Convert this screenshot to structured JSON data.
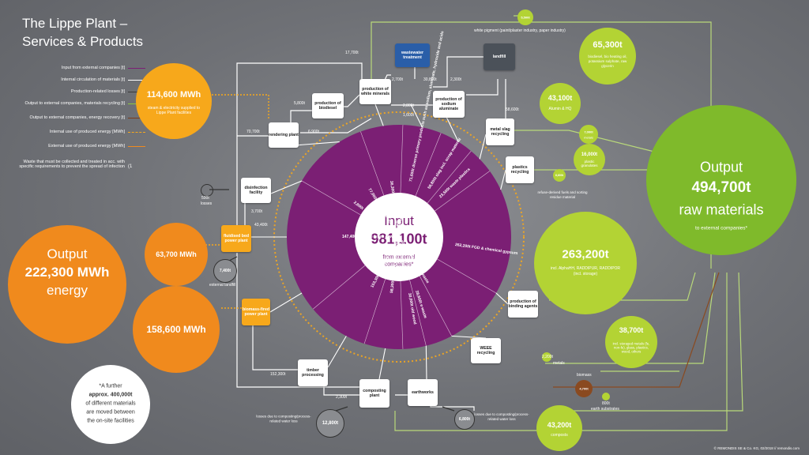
{
  "title": {
    "line1": "The Lippe Plant –",
    "line2": "Services & Products"
  },
  "legend": [
    {
      "text": "Input from external companies [t]",
      "color": "#7b1f74"
    },
    {
      "text": "Internal circulation of materials [t]",
      "color": "#ffffff"
    },
    {
      "text": "Production-related losses [t]",
      "color": "#3a3a3a"
    },
    {
      "text": "Output to external companies, materials recycling [t]",
      "color": "#8dc63f"
    },
    {
      "text": "Output to external companies, energy recovery [t]",
      "color": "#7a3b1a"
    },
    {
      "text": "Internal use of produced energy [MWh]",
      "color": "#f7a81b"
    },
    {
      "text": "External use of produced energy [MWh]",
      "color": "#f08a1d"
    },
    {
      "text": "Waste that must be collected and treated in acc. with specific requirements to prevent the spread of infection",
      "color": "#ffffff",
      "marker": "(1"
    }
  ],
  "center": {
    "label": "Input",
    "value": "981,100t",
    "sub1": "from external",
    "sub2": "companies*"
  },
  "facilities": {
    "wastewater": "wastewater treatment",
    "landfill": "landfill",
    "biodiesel": "production of biodiesel",
    "white_minerals": "production of white minerals",
    "sodium_aluminate": "production of sodium aluminate",
    "rendering": "rendering plant",
    "metal_slag": "metal slag recycling",
    "disinfection": "disinfection facility",
    "plastics": "plastics recycling",
    "fluidised": "fluidised bed power plant",
    "binding": "production of binding agents",
    "biomass_power": "biomass-fired power plant",
    "weee": "WEEE recycling",
    "timber": "timber processing",
    "composting": "composting plant",
    "earthworks": "earthworks"
  },
  "flows": {
    "f17700": "17,700t",
    "f2700": "2,700t",
    "f30800": "30,800t",
    "f2300": "2,300t",
    "f5800": "5,800t",
    "f2800": "2,800t",
    "f1600": "1,600t",
    "f58600": "58,600t",
    "f70700": "70,700t",
    "f6900": "6,900t",
    "f3700": "3,700t",
    "f43400": "43,400t",
    "f152300": "152,300t",
    "f2300b": "2,300t"
  },
  "sectors": [
    {
      "value": "36,300t",
      "text": "bio-oils, fats, animal fats, raw materials",
      "ang": -98
    },
    {
      "value": "77,000t",
      "text": "animal carcasses, raw materials and process waste",
      "ang": -122
    },
    {
      "value": "2,800t",
      "text": "",
      "ang": -142
    },
    {
      "value": "147,400t",
      "text": "diverse types of waste",
      "ang": -180
    },
    {
      "value": "153,300t",
      "text": "old wood, screening residue",
      "ang": 118
    },
    {
      "value": "58,300t",
      "text": "organic waste, plant & tree cuttings, other",
      "ang": 97
    },
    {
      "value": "30,000t",
      "text": "old wood",
      "ang": 80
    },
    {
      "value": "38,600t",
      "text": "e-waste",
      "ang": 72
    },
    {
      "value": "262,200t",
      "text": "FGD & chemical gypsum",
      "ang": 8
    },
    {
      "value": "71,600t",
      "text": "diverse primary products such as sodium, aluminate, hydroxide and acids",
      "ang": -78
    },
    {
      "value": "58,800t",
      "text": "slag incl. scrap material",
      "ang": -58
    },
    {
      "value": "23,500t",
      "text": "waste plastics",
      "ang": -44
    }
  ],
  "outputs": {
    "white_pigment": {
      "value": "5,500t",
      "text": "white pigment (paint/plaster industry, paper industry)"
    },
    "biodiesel": {
      "value": "65,300t",
      "text": "biodiesel, bio heating oil, potassium sulphate, raw glycerin"
    },
    "alumin": {
      "value": "43,100t",
      "text": "Alumin & HQ"
    },
    "metals": {
      "value": "7,000t",
      "text": "metals"
    },
    "plastic": {
      "value": "16,000t",
      "text": "plastic granulates"
    },
    "rdf": {
      "value": "6,600t",
      "text": "refuse-derived fuels and sorting residue material"
    },
    "raw_total": {
      "label1": "Output",
      "value": "494,700t",
      "label2": "raw materials",
      "sub": "to external companies*"
    },
    "alpha": {
      "value": "263,200t",
      "text": "incl. AlphaHH, RADDIPUR, RADDIPOR (incl. storage)"
    },
    "storage_metals": {
      "value": "38,700t",
      "text": "incl. storaged metals (fe, non-fe), glass, plastics, wood, others"
    },
    "weee_metals": {
      "value": "2,200t",
      "text": "metals"
    },
    "biomass": {
      "value": "4,700t",
      "text": "biomass"
    },
    "earth": {
      "value": "800t",
      "text": "earth substrates"
    },
    "compost": {
      "value": "43,200t",
      "text": "composts"
    },
    "energy_total": {
      "label1": "Output",
      "value": "222,300 MWh",
      "label2": "energy"
    },
    "steam": {
      "value": "114,600 MWh",
      "text": "steam & electricity supplied to Lippe Plant facilities"
    },
    "e63700": {
      "value": "63,700 MWh"
    },
    "e158600": {
      "value": "158,600 MWh"
    }
  },
  "losses": {
    "l500": {
      "value": "500t",
      "text": "losses"
    },
    "l7400": {
      "value": "7,400t",
      "text": "external landfill"
    },
    "l12800": {
      "value": "12,800t",
      "text": "losses due to composting/process-related water loss"
    },
    "l6800": {
      "value": "6,800t",
      "text": "losses due to composting/process-related water loss"
    }
  },
  "note": {
    "line1": "*A further",
    "line2": "approx. 400,000t",
    "line3": "of different materials",
    "line4": "are moved between",
    "line5": "the on-site facilities"
  },
  "footer": "© REMONDIS SE & Co. KG, 02/2018 // remondis.com",
  "colors": {
    "purple": "#7b1f74",
    "green": "#8dc63f",
    "orange": "#f08a1d",
    "yellow": "#f7a81b",
    "white": "#ffffff"
  }
}
